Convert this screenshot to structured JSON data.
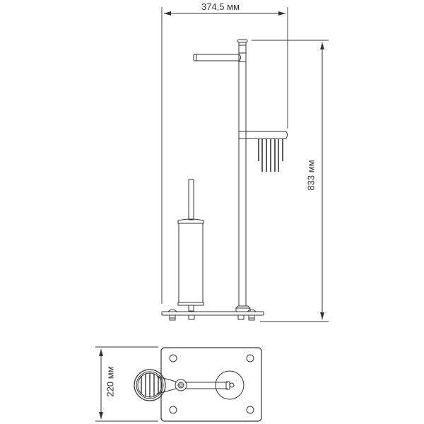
{
  "drawing": {
    "type": "technical product drawing",
    "subject": "floor-standing bathroom stand with toilet brush holder and towel/paper bars",
    "line_color": "#333333",
    "background": "#ffffff"
  },
  "dimensions": {
    "width": {
      "value": "374,5",
      "unit": "мм",
      "label": "374,5 мм"
    },
    "height": {
      "value": "833",
      "unit": "мм",
      "label": "833 мм"
    },
    "depth": {
      "value": "220",
      "unit": "мм",
      "label": "220 мм"
    }
  },
  "views": [
    {
      "name": "front-view",
      "parts": [
        "upright-pole",
        "top-towel-arm",
        "spare-roll-bar",
        "hanging-rods",
        "toilet-brush",
        "brush-holder-cylinder",
        "base-plate",
        "feet"
      ]
    },
    {
      "name": "top-view",
      "parts": [
        "base-plate",
        "mounting-holes",
        "brush-holder-ring",
        "pole-cap",
        "arm",
        "base-disc"
      ]
    }
  ]
}
